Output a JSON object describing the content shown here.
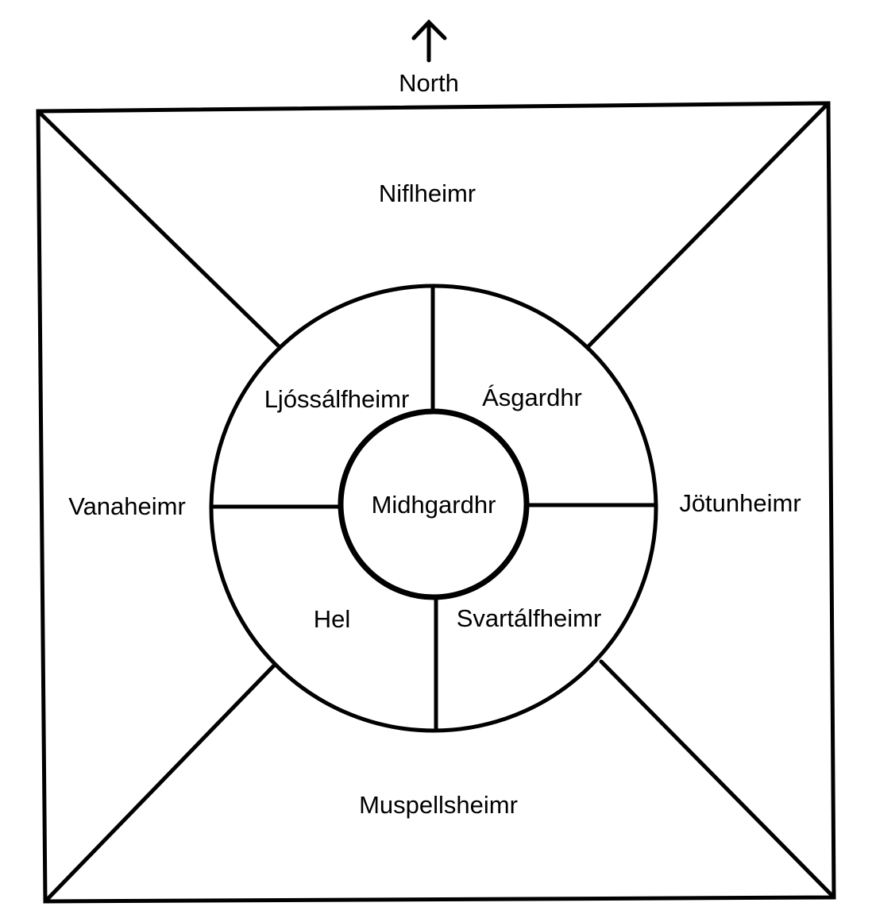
{
  "compass": {
    "label": "North"
  },
  "realms": {
    "north": "Niflheimr",
    "west": "Vanaheimr",
    "east": "Jötunheimr",
    "south": "Muspellsheimr",
    "upper_left": "Ljóssálfheimr",
    "upper_right": "Ásgardhr",
    "lower_left": "Hel",
    "lower_right": "Svartálfheimr",
    "center": "Midhgardhr"
  },
  "colors": {
    "ink": "#000000",
    "background": "#ffffff"
  }
}
